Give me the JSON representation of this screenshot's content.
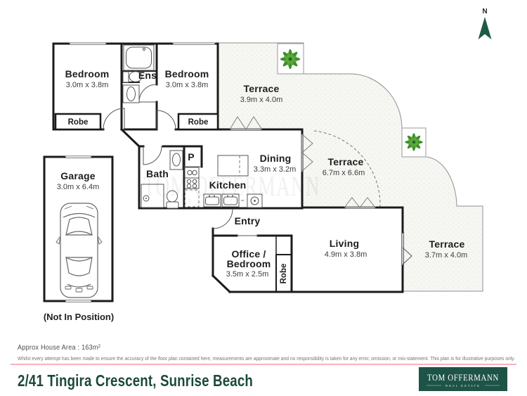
{
  "north": {
    "label": "N",
    "color": "#1d5a48"
  },
  "watermark": {
    "line1": "TOM OFFERMANN",
    "line2": "REAL ESTATE"
  },
  "rooms": {
    "bedroom1": {
      "name": "Bedroom",
      "dims": "3.0m x 3.8m"
    },
    "bedroom2": {
      "name": "Bedroom",
      "dims": "3.0m x 3.8m"
    },
    "ensuite": {
      "name": "Ens"
    },
    "terrace_top": {
      "name": "Terrace",
      "dims": "3.9m x 4.0m"
    },
    "terrace_mid": {
      "name": "Terrace",
      "dims": "6.7m x 6.6m"
    },
    "terrace_right": {
      "name": "Terrace",
      "dims": "3.7m x 4.0m"
    },
    "garage": {
      "name": "Garage",
      "dims": "3.0m x 6.4m",
      "note": "(Not In Position)"
    },
    "bath": {
      "name": "Bath"
    },
    "pantry": {
      "name": "P"
    },
    "dining": {
      "name": "Dining",
      "dims": "3.3m x 3.2m"
    },
    "kitchen": {
      "name": "Kitchen"
    },
    "entry": {
      "name": "Entry"
    },
    "office": {
      "name_line1": "Office /",
      "name_line2": "Bedroom",
      "dims": "3.5m x 2.5m"
    },
    "living": {
      "name": "Living",
      "dims": "4.9m x 3.8m"
    },
    "robe1": {
      "name": "Robe"
    },
    "robe2": {
      "name": "Robe"
    },
    "robe_office": {
      "name": "Robe"
    }
  },
  "footer": {
    "area": "Approx House Area : 163m²",
    "disclaimer": "Whilst every attempt has been made to ensure the accuracy of the floor plan contained here, measurements are approximate and no responsibility is taken for any error, omission, or mis-statement. This plan is for illustrative purposes only.",
    "address": "2/41 Tingira Crescent, Sunrise Beach",
    "divider_color": "#f2646c"
  },
  "logo": {
    "brand": "TOM OFFERMANN",
    "sub": "REAL ESTATE",
    "bg": "#1e5347"
  }
}
